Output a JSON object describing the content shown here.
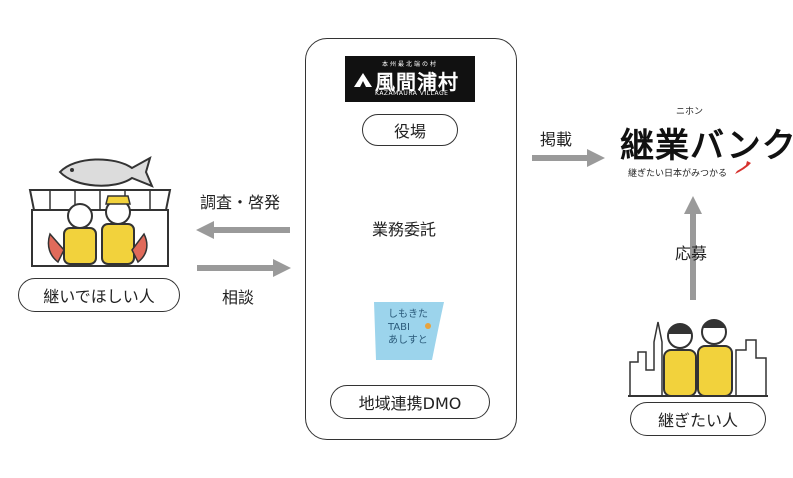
{
  "nodes": {
    "successor_seekers": "継いでほしい人",
    "town_office": "役場",
    "dmo": "地域連携DMO",
    "successors": "継ぎたい人"
  },
  "edges": {
    "survey": "調査・啓発",
    "consult": "相談",
    "outsource": "業務委託",
    "post": "掲載",
    "apply": "応募"
  },
  "logos": {
    "kazamaura_top": "本州最北端の村",
    "kazamaura_name": "風間浦村",
    "kazamaura_sub": "KAZAMAURA VILLAGE",
    "tabi_line1": "しもきた",
    "tabi_line2": "TABI",
    "tabi_line3": "あしすと",
    "bank_kana": "ニホン",
    "bank_name": "継業バンク",
    "bank_tagline": "継ぎたい日本がみつかる"
  },
  "colors": {
    "arrow": "#9a9a9a",
    "fish": "#dcdcdc",
    "shirt": "#f2d23c",
    "tabi_blue": "#9cd4ec",
    "tabi_dot": "#e8a33c",
    "bank_red": "#d6322e"
  }
}
